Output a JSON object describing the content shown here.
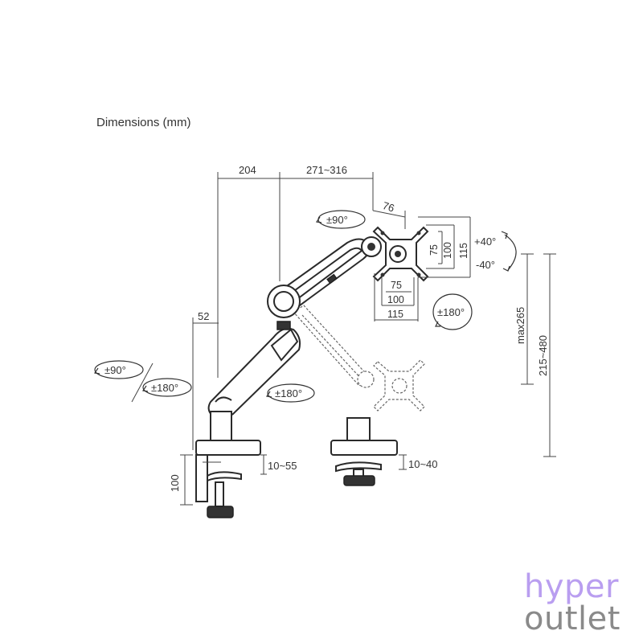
{
  "title": "Dimensions (mm)",
  "dimensions": {
    "arm_reach_1": "204",
    "arm_reach_2": "271~316",
    "head_depth": "76",
    "vesa_v_75": "75",
    "vesa_v_100": "100",
    "vesa_v_115": "115",
    "vesa_h_75": "75",
    "vesa_h_100": "100",
    "vesa_h_115": "115",
    "pole_offset": "52",
    "clamp_height": "100",
    "clamp_range_1": "10~55",
    "clamp_range_2": "10~40",
    "max_height": "max265",
    "height_range": "215~480"
  },
  "rotations": {
    "head_swivel": "±90°",
    "tilt_up": "+40°",
    "tilt_down": "-40°",
    "screen_rotation": "±180°",
    "base_swivel": "±90°",
    "base_rotation": "±180°",
    "arm_rotation": "±180°"
  },
  "logo": {
    "line1": "hyper",
    "line2": "outlet",
    "color1": "#b99ef0",
    "color2": "#8a8a8a"
  }
}
